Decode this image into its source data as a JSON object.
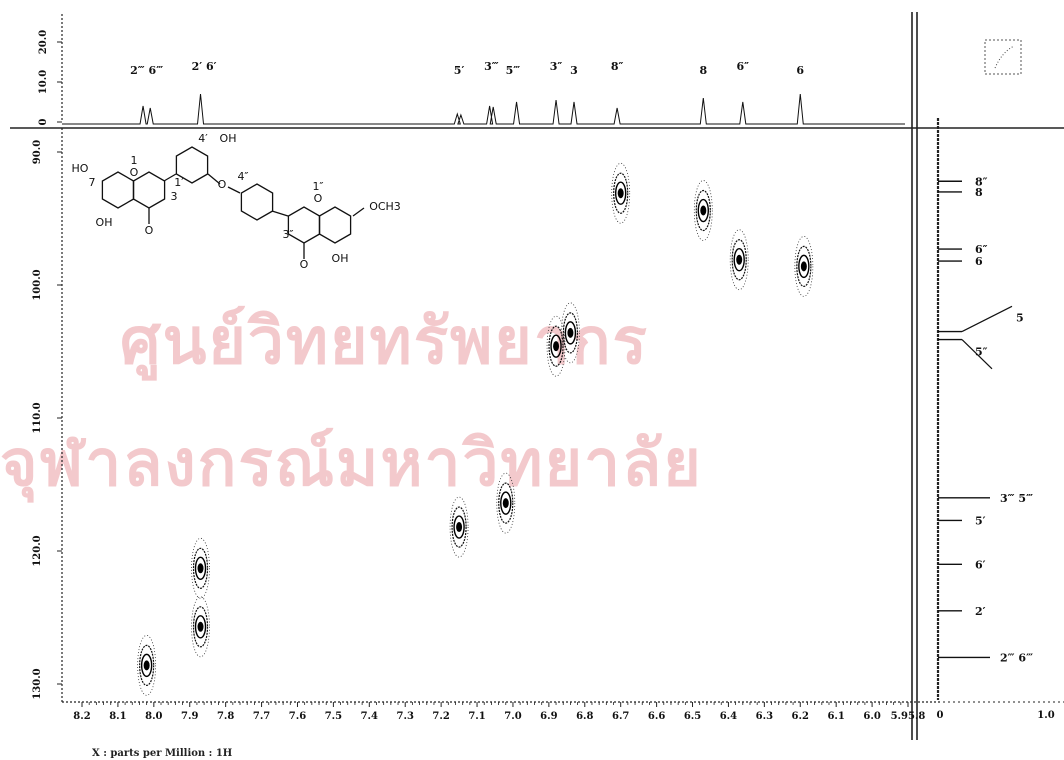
{
  "watermark": {
    "line1": "ศูนย์วิทยทรัพยากร",
    "line2": "จุฬาลงกรณ์มหาวิทยาลัย"
  },
  "chart_data": {
    "type": "scatter",
    "title": "",
    "xlabel": "X : parts per Million : 1H",
    "ylabel": "",
    "xlim": [
      8.2,
      5.9
    ],
    "ylim": [
      90.0,
      130.0
    ],
    "x_ticks": [
      8.2,
      8.1,
      8.0,
      7.9,
      7.8,
      7.7,
      7.6,
      7.5,
      7.4,
      7.3,
      7.2,
      7.1,
      7.0,
      6.9,
      6.8,
      6.7,
      6.6,
      6.5,
      6.4,
      6.3,
      6.2,
      6.1,
      6.0,
      5.9
    ],
    "x_tick_labels": [
      "8.2",
      "8.1",
      "8.0",
      "7.9",
      "7.8",
      "7.7",
      "7.6",
      "7.5",
      "7.4",
      "7.3",
      "7.2",
      "7.1",
      "7.0",
      "6.9",
      "6.8",
      "6.7",
      "6.6",
      "6.5",
      "6.4",
      "6.3",
      "6.2",
      "6.1",
      "6.0",
      "5.95.8"
    ],
    "y_ticks": [
      90.0,
      100.0,
      110.0,
      120.0,
      130.0
    ],
    "y_tick_labels": [
      "90.0",
      "100.0",
      "110.0",
      "120.0",
      "130.0"
    ],
    "top_axis_ticks": [
      "0",
      "10.0",
      "20.0"
    ],
    "right_axis_ticks": [
      "0",
      "1.0"
    ],
    "cross_peaks": [
      {
        "x": 8.02,
        "y": 128.6
      },
      {
        "x": 7.87,
        "y": 121.3
      },
      {
        "x": 7.87,
        "y": 125.7
      },
      {
        "x": 7.15,
        "y": 118.2
      },
      {
        "x": 7.02,
        "y": 116.4
      },
      {
        "x": 6.88,
        "y": 104.6
      },
      {
        "x": 6.84,
        "y": 103.6
      },
      {
        "x": 6.7,
        "y": 93.1
      },
      {
        "x": 6.47,
        "y": 94.4
      },
      {
        "x": 6.37,
        "y": 98.1
      },
      {
        "x": 6.19,
        "y": 98.6
      }
    ],
    "proton_labels": [
      {
        "text": "2‴ 6‴",
        "x": 8.02
      },
      {
        "text": "2′ 6′",
        "x": 7.86
      },
      {
        "text": "5′",
        "x": 7.15
      },
      {
        "text": "3‴",
        "x": 7.06
      },
      {
        "text": "5‴",
        "x": 7.0
      },
      {
        "text": "3″",
        "x": 6.88
      },
      {
        "text": "3",
        "x": 6.83
      },
      {
        "text": "8″",
        "x": 6.71
      },
      {
        "text": "8",
        "x": 6.47
      },
      {
        "text": "6″",
        "x": 6.36
      },
      {
        "text": "6",
        "x": 6.2
      }
    ],
    "carbon_labels": [
      {
        "text": "8″",
        "y": 92.2
      },
      {
        "text": "8",
        "y": 93.0
      },
      {
        "text": "6″",
        "y": 97.3
      },
      {
        "text": "6",
        "y": 98.2
      },
      {
        "text": "5",
        "y": 103.5
      },
      {
        "text": "5″",
        "y": 104.1
      },
      {
        "text": "3‴ 5‴",
        "y": 116.0
      },
      {
        "text": "5′",
        "y": 117.7
      },
      {
        "text": "6′",
        "y": 121.0
      },
      {
        "text": "2′",
        "y": 124.5
      },
      {
        "text": "2‴ 6‴",
        "y": 128.0
      }
    ],
    "structure_labels": {
      "ho": "HO",
      "oh1": "OH",
      "oh2": "OH",
      "oh3": "OH",
      "o_ring1": "O",
      "o_ring2": "O",
      "o_link": "O",
      "carbonyl1": "O",
      "carbonyl2": "O",
      "och3": "OCH3",
      "n1": "1",
      "n7": "7",
      "n3": "3",
      "n1p": "1′",
      "n4p": "4′",
      "n4pp": "4″",
      "n1pp": "1″",
      "n3pp": "3″"
    }
  }
}
